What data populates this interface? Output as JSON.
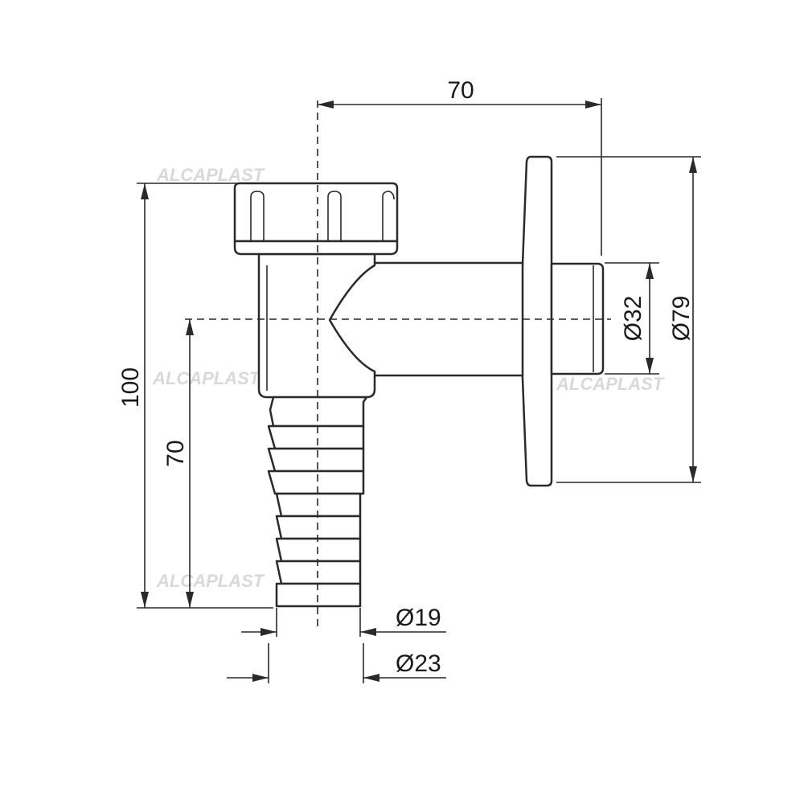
{
  "dimensions": {
    "top_width": "70",
    "total_height": "100",
    "axis_height": "70",
    "outlet_diameter": "Ø32",
    "flange_diameter": "Ø79",
    "hose_inner_diameter": "Ø19",
    "hose_outer_diameter": "Ø23"
  },
  "watermark": "ALCAPLAST",
  "colors": {
    "line": "#2a2a2a",
    "watermark": "#d9d9d9"
  }
}
